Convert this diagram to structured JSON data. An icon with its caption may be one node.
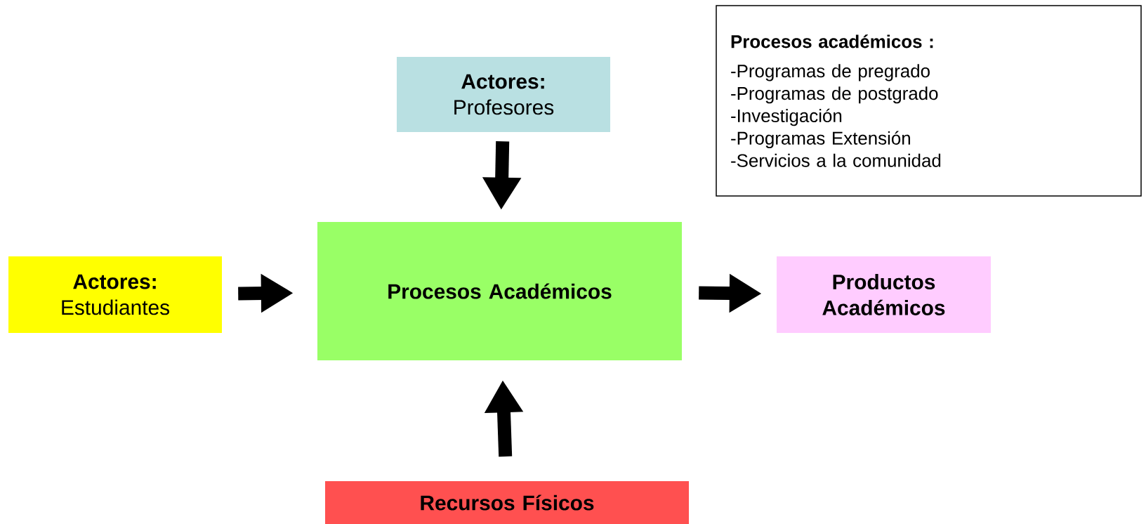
{
  "diagram": {
    "nodes": [
      {
        "text": [
          "Actores:",
          "Profesores"
        ]
      },
      {
        "text": [
          "Actores:",
          "Estudiantes"
        ]
      },
      {
        "text": [
          "Procesos Académicos"
        ]
      },
      {
        "text": [
          "Productos Académicos"
        ]
      },
      {
        "text": [
          "Recursos Físicos"
        ]
      },
      {
        "text": [
          "Procesos académicos :",
          "-Programas de pregrado",
          "-Programas de postgrado",
          "-Investigación",
          "-Programas Extensión",
          "-Servicios a la comunidad"
        ]
      }
    ],
    "edges": [
      {
        "from": 0,
        "to": 2,
        "arrow": "to"
      },
      {
        "from": 1,
        "to": 2,
        "arrow": "to"
      },
      {
        "from": 2,
        "to": 3,
        "arrow": "to"
      },
      {
        "from": 4,
        "to": 2,
        "arrow": "to"
      }
    ]
  }
}
